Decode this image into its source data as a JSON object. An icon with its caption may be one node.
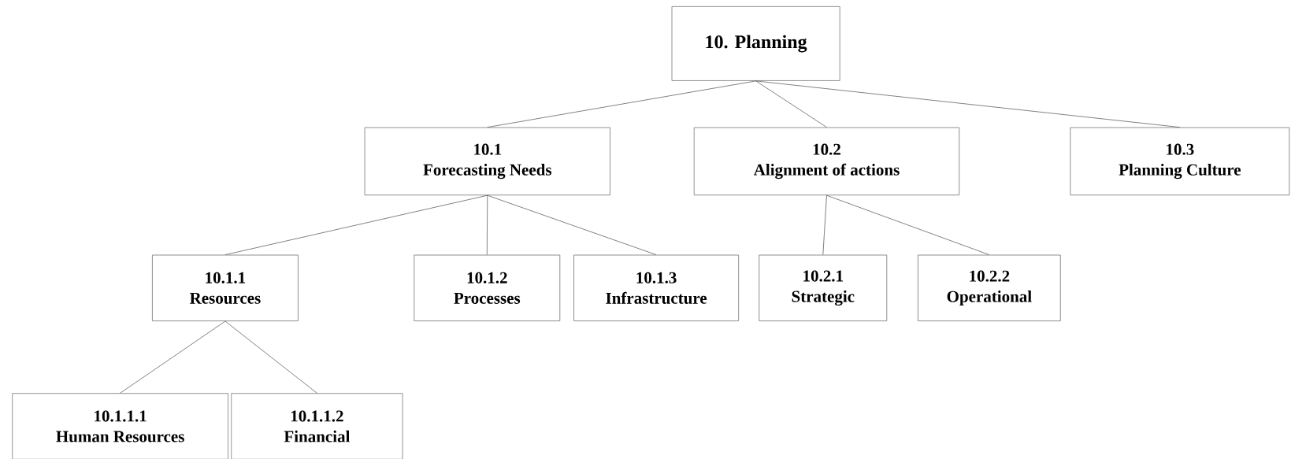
{
  "diagram": {
    "nodes": [
      {
        "text": [
          "10. Planning"
        ]
      },
      {
        "text": [
          "10.1",
          "Forecasting Needs"
        ]
      },
      {
        "text": [
          "10.2",
          "Alignment of actions"
        ]
      },
      {
        "text": [
          "10.3",
          "Planning Culture"
        ]
      },
      {
        "text": [
          "10.1.1",
          "Resources"
        ]
      },
      {
        "text": [
          "10.1.2",
          "Processes"
        ]
      },
      {
        "text": [
          "10.1.3",
          "Infrastructure"
        ]
      },
      {
        "text": [
          "10.2.1",
          "Strategic"
        ]
      },
      {
        "text": [
          "10.2.2",
          "Operational"
        ]
      },
      {
        "text": [
          "10.1.1.1",
          "Human Resources"
        ]
      },
      {
        "text": [
          "10.1.1.2",
          "Financial"
        ]
      }
    ],
    "edges": [
      {
        "from": 0,
        "to": 1,
        "arrow": "none"
      },
      {
        "from": 0,
        "to": 2,
        "arrow": "none"
      },
      {
        "from": 0,
        "to": 3,
        "arrow": "none"
      },
      {
        "from": 1,
        "to": 4,
        "arrow": "none"
      },
      {
        "from": 1,
        "to": 5,
        "arrow": "none"
      },
      {
        "from": 1,
        "to": 6,
        "arrow": "none"
      },
      {
        "from": 2,
        "to": 7,
        "arrow": "none"
      },
      {
        "from": 2,
        "to": 8,
        "arrow": "none"
      },
      {
        "from": 4,
        "to": 9,
        "arrow": "none"
      },
      {
        "from": 4,
        "to": 10,
        "arrow": "none"
      }
    ]
  }
}
